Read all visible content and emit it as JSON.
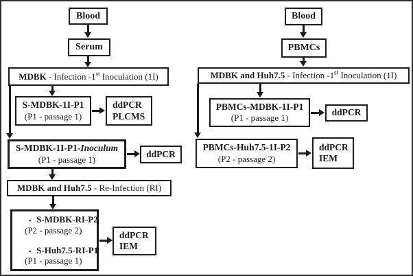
{
  "colors": {
    "ink": "#1c1c1c",
    "background": "#ffffff",
    "frame": "#2e2e2e"
  },
  "left_flow": {
    "blood": "Blood",
    "serum": "Serum",
    "infection_bold": "MDBK",
    "infection_mid": " - Infection -1",
    "infection_sup": "st",
    "infection_tail": " Inoculation (1I)",
    "sample_p1_title": "S-MDBK-1I-P1",
    "sample_p1_sub": "(P1 - passage 1)",
    "ddpcr_plcms_line1": "ddPCR",
    "ddpcr_plcms_line2": "PLCMS",
    "inoculum_title_main": "S-MDBK-1I-P1-",
    "inoculum_title_italic": "Inoculum",
    "inoculum_sub": "(P1 - passage 1)",
    "ddpcr_label": "ddPCR",
    "reinfection_bold": "MDBK and Huh7.5",
    "reinfection_tail": " - Re-Infection (RI)",
    "bullet_char": "▪",
    "bullet1_title": "S-MDBK-RI-P2",
    "bullet1_sub": "(P2 - passage 2)",
    "bullet2_title": "S-Huh7.5-RI-P1",
    "bullet2_sub": "(P1 - passage 1)",
    "ddpcr_iem_line1": "ddPCR",
    "ddpcr_iem_line2": "IEM"
  },
  "right_flow": {
    "blood": "Blood",
    "pbmcs": "PBMCs",
    "infection_bold": "MDBK and Huh7.5",
    "infection_mid": " - Infection -1",
    "infection_sup": "st",
    "infection_tail": " Inoculation (1I)",
    "sample_p1_title": "PBMCs-MDBK-1I-P1",
    "sample_p1_sub": "(P1 - passage 1)",
    "ddpcr_label": "ddPCR",
    "sample_p2_title": "PBMCs-Huh7.5-1I-P2",
    "sample_p2_sub": "(P2 - passage 2)",
    "ddpcr_iem_line1": "ddPCR",
    "ddpcr_iem_line2": "IEM"
  }
}
